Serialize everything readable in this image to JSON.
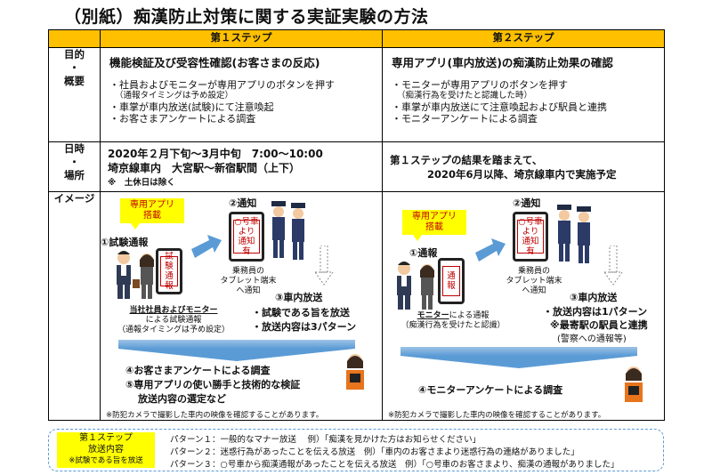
{
  "title": "（別紙）痴漢防止対策に関する実証実験の方法",
  "headers": {
    "step1": "第１ステップ",
    "step2": "第２ステップ"
  },
  "rows": {
    "purpose_label": [
      "目的",
      "・",
      "概要"
    ],
    "date_label": [
      "日時",
      "・",
      "場所"
    ],
    "image_label": "イメージ"
  },
  "step1": {
    "heading": "機能検証及び受容性確認(お客さまの反応)",
    "bullets": [
      "・社員およびモニターが専用アプリのボタンを押す",
      "（通報タイミングは予め設定）",
      "・車掌が車内放送(試験)にて注意喚起",
      "・お客さまアンケートによる調査"
    ],
    "date_lines": [
      "2020年２月下旬～3月中旬　7:00～10:00",
      "埼京線車内　大宮駅～新宿駅間（上下）"
    ],
    "date_note": "※　土休日は除く",
    "img": {
      "bubble": [
        "専用アプリ",
        "搭載"
      ],
      "report": "①試験通報",
      "phone_text": [
        "試験",
        "通報"
      ],
      "notify": "②通知",
      "tablet_text": [
        "○号車",
        "より",
        "通知有"
      ],
      "tablet_caption": [
        "乗務員の",
        "タブレット端末",
        "へ通知"
      ],
      "announce": "③車内放送",
      "announce_points": [
        "・試験である旨を放送",
        "・放送内容は3パターン"
      ],
      "who": "当社社員およびモニター",
      "who_tail": "による試験通報",
      "who_note": "（通報タイミングは予め設定）",
      "survey": "④お客さまアンケートによる調査",
      "eval": [
        "⑤専用アプリの使い勝手と技術的な検証",
        "放送内容の選定など"
      ],
      "camera": "※防犯カメラで撮影した車内の映像を確認することがあります。"
    }
  },
  "step2": {
    "heading": "専用アプリ(車内放送)の痴漢防止効果の確認",
    "bullets": [
      "・モニターが専用アプリのボタンを押す",
      "（痴漢行為を受けたと認識した時）",
      "・車掌が車内放送にて注意喚起および駅員と連携",
      "・モニターアンケートによる調査"
    ],
    "date_lines": [
      "第１ステップの結果を踏まえて、",
      "2020年6月以降、埼京線車内で実施予定"
    ],
    "img": {
      "bubble": [
        "専用アプリ",
        "搭載"
      ],
      "report": "①通報",
      "phone_text": [
        "通報"
      ],
      "notify": "②通知",
      "tablet_text": [
        "○号車",
        "より",
        "通知有"
      ],
      "tablet_caption": [
        "乗務員の",
        "タブレット端末",
        "へ通知"
      ],
      "announce": "③車内放送",
      "announce_points": [
        "・放送内容は1パターン",
        "※最寄駅の駅員と連携",
        "(警察への通報等)"
      ],
      "who": "モニター",
      "who_tail": "による通報",
      "who_note": "（痴漢行為を受けたと認識）",
      "survey": "④モニターアンケートによる調査",
      "camera": "※防犯カメラで撮影した車内の映像を確認することがあります。"
    }
  },
  "patterns": {
    "label": [
      "第１ステップ",
      "放送内容",
      "※試験である旨を放送"
    ],
    "lines": [
      "パターン１：一般的なマナー放送　 例）「痴漢を見かけた方はお知らせください」",
      "パターン２：迷惑行為があったことを伝える放送　例）「車内のお客さまより迷惑行為の連絡がありました」",
      "パターン３：○号車から痴漢通報があったことを伝える放送　例）「○号車のお客さまより、痴漢の通報がありました」"
    ]
  },
  "colors": {
    "header_bg": "#ffc000",
    "bubble_bg": "#ffff00",
    "accent_red": "#c00000",
    "arrow_blue": "#5b9bd5"
  }
}
